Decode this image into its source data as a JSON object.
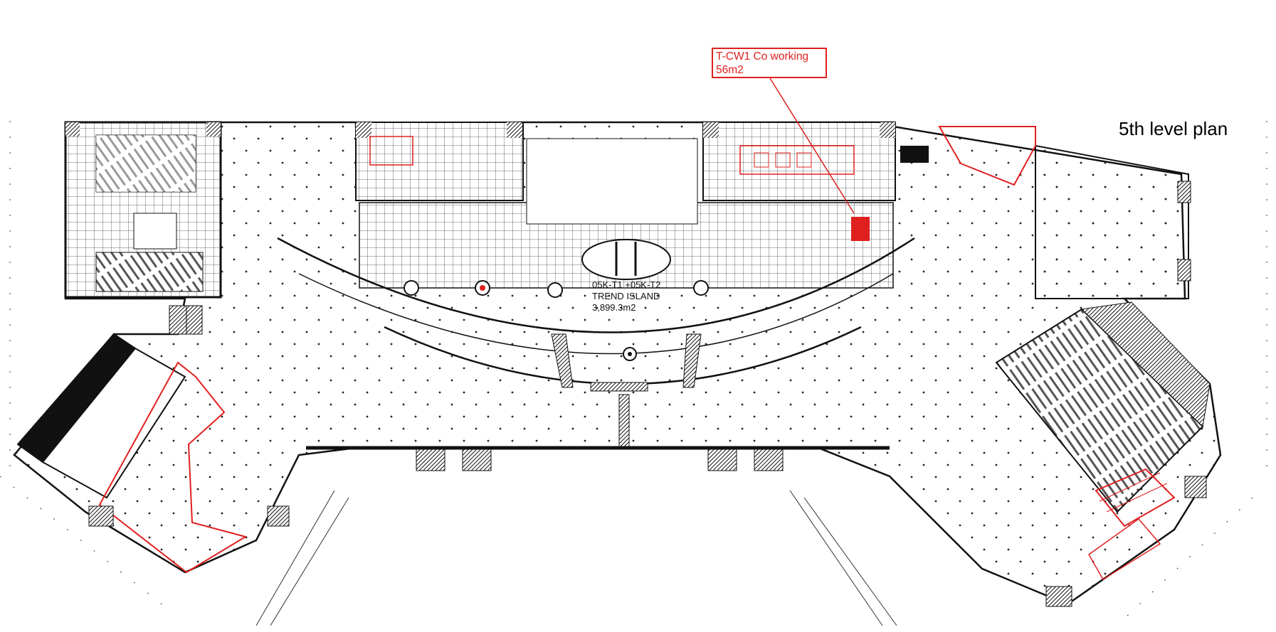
{
  "plan_title": "5th level plan",
  "callout": {
    "line1": "T-CW1 Co working",
    "line2": "56m2"
  },
  "island": {
    "line1": "05K-T1 +05K-T2",
    "line2": "TREND ISLAND",
    "line3": "3,899.3m2"
  },
  "colors": {
    "line": "#111111",
    "highlight": "#e0201f",
    "wall": "#333333",
    "background": "#ffffff"
  }
}
